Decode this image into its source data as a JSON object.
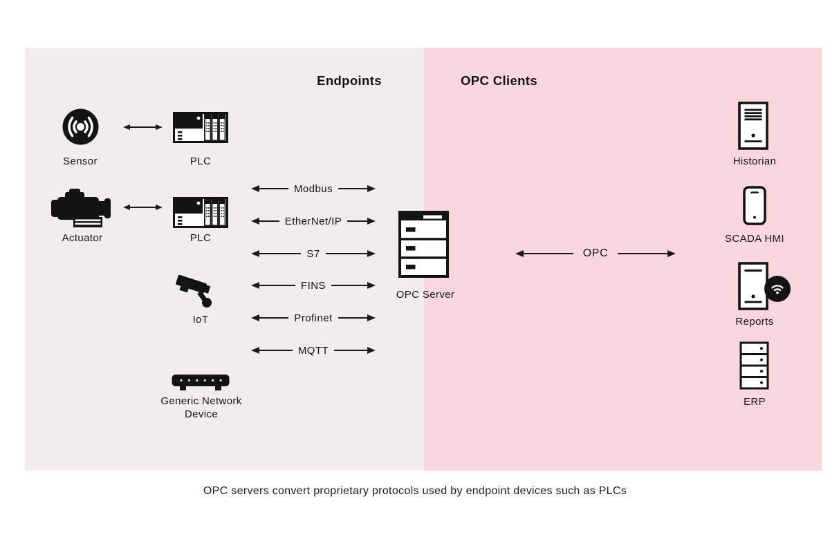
{
  "colors": {
    "canvas_bg": "#ffffff",
    "endpoints_panel_bg": "#efeeec",
    "opc_clients_panel_bg": "#fad7df",
    "ink": "#131313",
    "arrow": "#1a1a1a"
  },
  "endpoints": {
    "title": "Endpoints",
    "devices": [
      {
        "icon": "sensor-icon",
        "label": "Sensor"
      },
      {
        "icon": "plc-icon",
        "label": "PLC"
      },
      {
        "icon": "motor-icon",
        "label": "Actuator"
      },
      {
        "icon": "plc-icon",
        "label": "PLC"
      },
      {
        "icon": "cctv-camera-icon",
        "label": "IoT"
      },
      {
        "icon": "network-switch-icon",
        "label": "Generic Network Device"
      }
    ],
    "protocols": [
      "Modbus",
      "EtherNet/IP",
      "S7",
      "FINS",
      "Profinet",
      "MQTT"
    ]
  },
  "server": {
    "icon": "server-drawers-icon",
    "label": "OPC Server"
  },
  "clients": {
    "title": "OPC Clients",
    "link_label": "OPC",
    "items": [
      {
        "icon": "server-tower-icon",
        "label": "Historian"
      },
      {
        "icon": "smartphone-icon",
        "label": "SCADA HMI"
      },
      {
        "icon": "report-server-icon",
        "label": "Reports"
      },
      {
        "icon": "server-stack-icon",
        "label": "ERP"
      }
    ]
  },
  "caption": "OPC servers convert proprietary protocols used by endpoint devices such as PLCs"
}
